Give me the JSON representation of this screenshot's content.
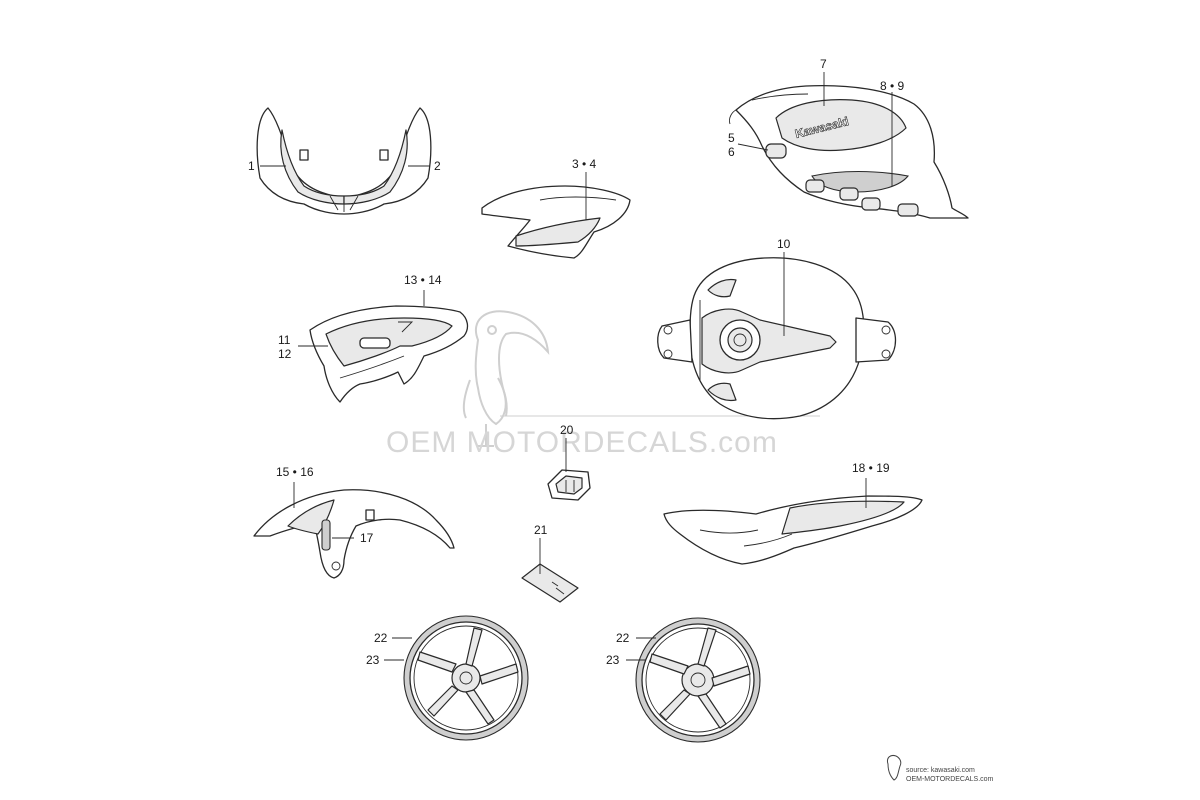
{
  "callouts": {
    "c1": "1",
    "c2": "2",
    "c3_4": "3 • 4",
    "c5": "5",
    "c6": "6",
    "c7": "7",
    "c8_9": "8 • 9",
    "c10": "10",
    "c11": "11",
    "c12": "12",
    "c13_14": "13 • 14",
    "c15_16": "15 • 16",
    "c17": "17",
    "c18_19": "18 • 19",
    "c20": "20",
    "c21": "21",
    "c22a": "22",
    "c23a": "23",
    "c22b": "22",
    "c23b": "23"
  },
  "decal_text": {
    "tank_logo": "Kawasaki"
  },
  "watermark": {
    "text": "OEM MOTORDECALS.com"
  },
  "source_note": {
    "line1": "source: kawasaki.com",
    "line2": "OEM-MOTORDECALS.com"
  },
  "colors": {
    "ink": "#2a2a2a",
    "watermark": "#d6d6d6",
    "background": "#ffffff"
  }
}
